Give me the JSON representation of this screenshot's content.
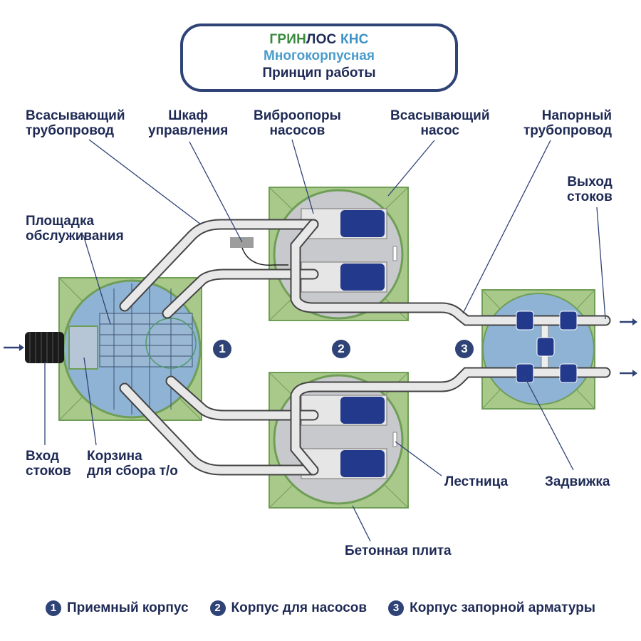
{
  "header": {
    "brand_part1": "ГРИН",
    "brand_part2": "ЛОС",
    "brand_part3": " КНС",
    "subtitle": "Многокорпусная",
    "caption": "Принцип работы"
  },
  "labels": {
    "suction_pipeline": "Всасывающий\nтрубопровод",
    "control_cabinet": "Шкаф\nуправления",
    "vibration_mounts": "Виброопоры\nнасосов",
    "suction_pump": "Всасывающий\nнасос",
    "pressure_pipeline": "Напорный\nтрубопровод",
    "outlet": "Выход\nстоков",
    "service_platform": "Площадка\nобслуживания",
    "inlet": "Вход\nстоков",
    "basket": "Корзина\nдля сбора т/о",
    "ladder": "Лестница",
    "valve": "Задвижка",
    "concrete_slab": "Бетонная плита"
  },
  "stages": [
    {
      "number": "1",
      "name": "Приемный корпус"
    },
    {
      "number": "2",
      "name": "Корпус для насосов"
    },
    {
      "number": "3",
      "name": "Корпус запорной арматуры"
    }
  ],
  "colors": {
    "navy": "#2f4377",
    "text": "#1e2a55",
    "green_slab": "#a9c98a",
    "green_edge": "#6f9e57",
    "water_blue": "#8fb3d4",
    "concrete_grey": "#c8c9cc",
    "motor_blue": "#233a8c",
    "brand_green": "#3a8a3d",
    "brand_blue": "#3e93c7"
  }
}
